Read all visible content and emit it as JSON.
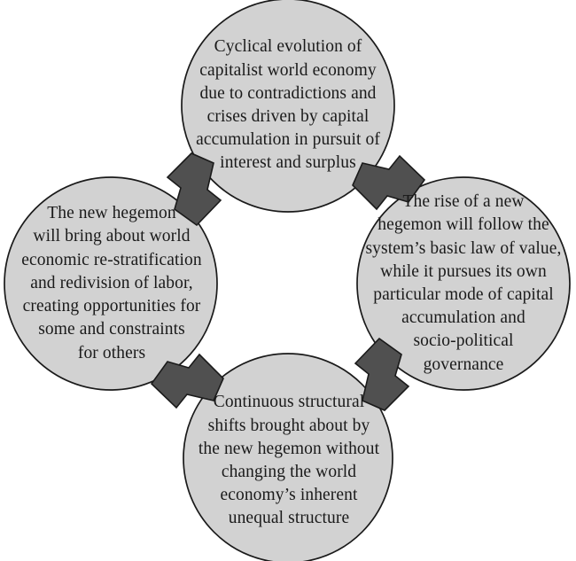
{
  "diagram": {
    "type": "cycle-diagram",
    "direction": "counter-clockwise",
    "background_color": "#ffffff",
    "node_fill_color": "#d2d2d2",
    "node_stroke_color": "#1a1a1a",
    "arrow_fill_color": "#505050",
    "arrow_stroke_color": "#1a1a1a",
    "text_color": "#1a1a1a",
    "nodes": [
      {
        "id": "top",
        "position": "top",
        "text": "Cyclical evolution of\ncapitalist world economy\ndue to  contradictions and\ncrises driven by capital\naccumulation in pursuit of\ninterest and surplus"
      },
      {
        "id": "right",
        "position": "right",
        "text": "The rise of a new\nhegemon will follow the\nsystem’s basic law of value,\nwhile it pursues its own\nparticular mode of capital\naccumulation and\nsocio-political\ngovernance"
      },
      {
        "id": "bottom",
        "position": "bottom",
        "text": "Continuous structural\nshifts brought about by\nthe new hegemon without\nchanging the world\neconomy’s inherent\nunequal structure"
      },
      {
        "id": "left",
        "position": "left",
        "text": "The new hegemon\nwill bring about world\neconomic re-stratification\nand redivision of labor,\ncreating opportunities for\nsome and constraints\nfor others"
      }
    ],
    "arrows": [
      {
        "id": "top-right",
        "from": "top",
        "to": "right",
        "points_toward": "right-node"
      },
      {
        "id": "bottom-right",
        "from": "right",
        "to": "bottom",
        "points_toward": "bottom-node"
      },
      {
        "id": "bottom-left",
        "from": "bottom",
        "to": "left",
        "points_toward": "left-node"
      },
      {
        "id": "top-left",
        "from": "left",
        "to": "top",
        "points_toward": "top-node"
      }
    ]
  }
}
